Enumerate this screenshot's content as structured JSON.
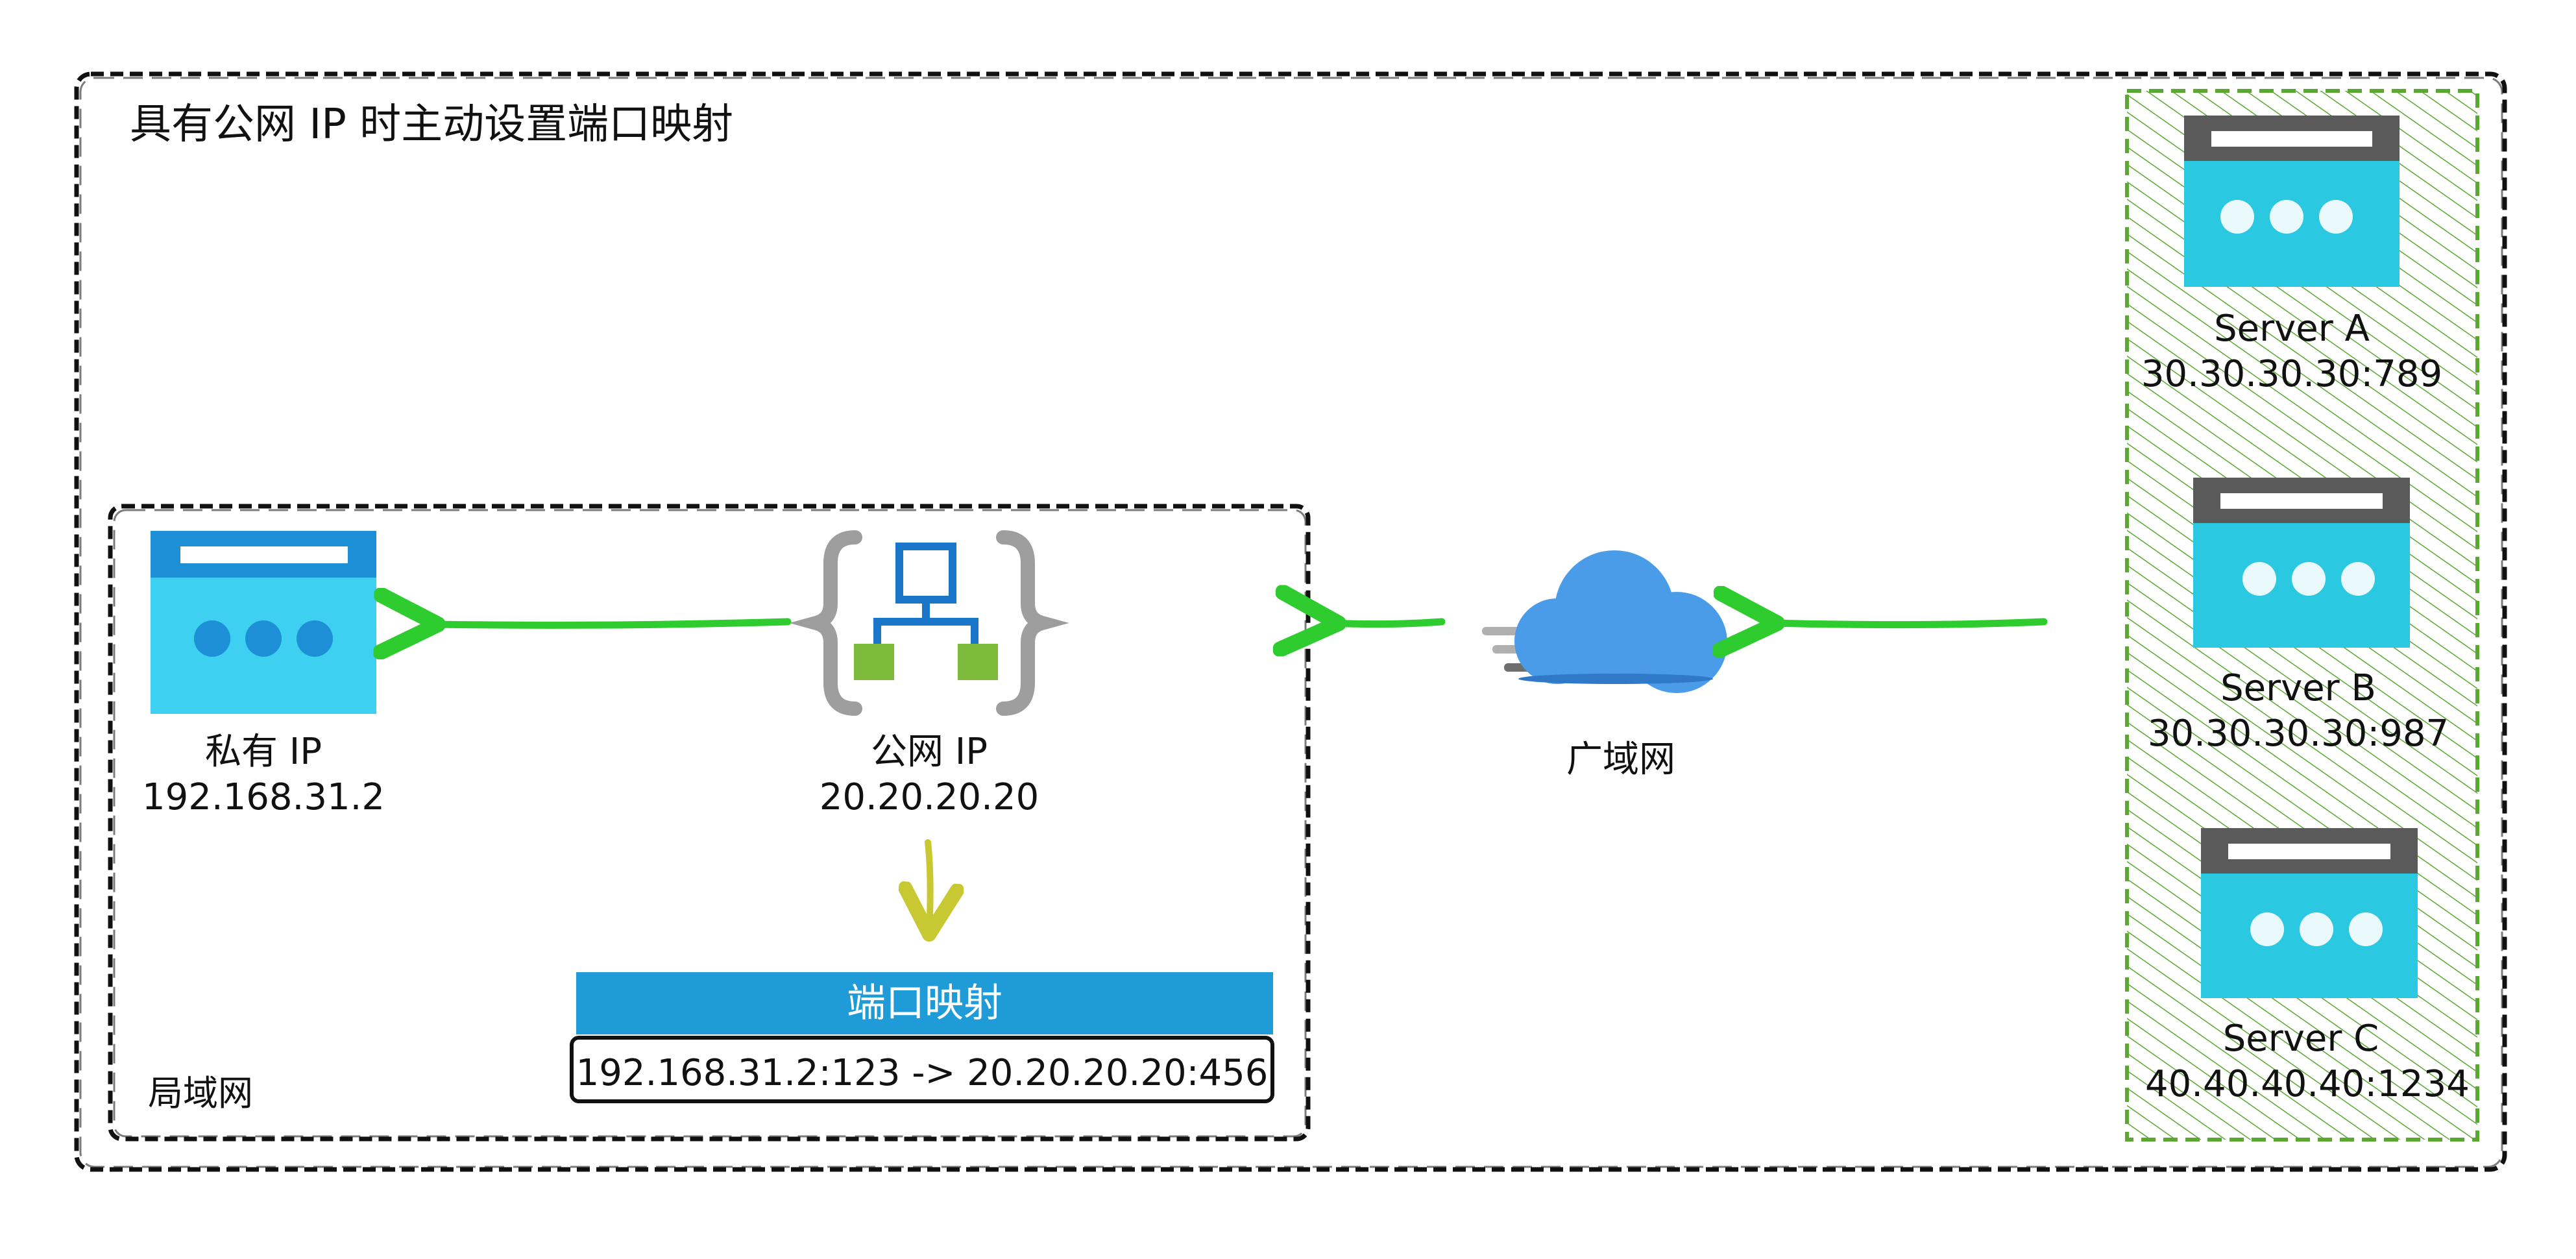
{
  "title": "具有公网 IP 时主动设置端口映射",
  "lan_label": "局域网",
  "private_device": {
    "name": "私有 IP",
    "ip": "192.168.31.2",
    "icon": "browser-window-icon"
  },
  "router": {
    "name": "公网 IP",
    "ip": "20.20.20.20",
    "icon": "network-router-icon"
  },
  "wan": {
    "name": "广域网",
    "icon": "cloud-icon"
  },
  "port_mapping": {
    "header": "端口映射",
    "rule": "192.168.31.2:123 -> 20.20.20.20:456"
  },
  "servers": [
    {
      "name": "Server A",
      "addr": "30.30.30.30:789"
    },
    {
      "name": "Server B",
      "addr": "30.30.30.30:987"
    },
    {
      "name": "Server C",
      "addr": "40.40.40.40:1234"
    }
  ],
  "colors": {
    "arrow_green": "#2ecc2e",
    "arrow_yellow": "#c8c832",
    "hatch_green": "#5aa832",
    "device_cyan": "#3dd0f0",
    "device_blue": "#1c8fd6",
    "server_cyan": "#2bc8e2",
    "server_gray": "#5a5a5a",
    "cloud_blue": "#4a9be8",
    "router_blue": "#1976c8",
    "router_green": "#7cba3c"
  }
}
